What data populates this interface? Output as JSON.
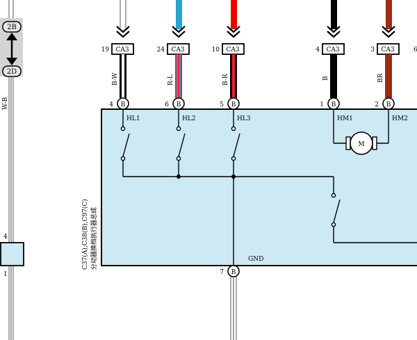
{
  "left_connector": {
    "top_label": "2B",
    "bottom_label": "2D",
    "wire_color_label": "W-B",
    "pin_top": "4",
    "pin_bottom": "1"
  },
  "module": {
    "caption_line1": "C37(A),C38(B),C97(C)",
    "caption_line2": "分动器换档执行器总成",
    "gnd_label": "GND",
    "gnd_pin_number": "7",
    "gnd_pin_letter": "B"
  },
  "inputs": [
    {
      "pin_number": "19",
      "connector": "CA3",
      "wire_label": "B-W",
      "module_pin": "4",
      "pin_letter": "B",
      "node_label": "HL1",
      "wire_color": "#000000",
      "stripe_color": "#ffffff"
    },
    {
      "pin_number": "24",
      "connector": "CA3",
      "wire_label": "R-L",
      "module_pin": "6",
      "pin_letter": "B",
      "node_label": "HL2",
      "wire_color": "#e8202a",
      "stripe_color": "#2f9fd0"
    },
    {
      "pin_number": "10",
      "connector": "CA3",
      "wire_label": "B-R",
      "module_pin": "5",
      "pin_letter": "B",
      "node_label": "HL3",
      "wire_color": "#000000",
      "stripe_color": "#e8202a"
    },
    {
      "pin_number": "4",
      "connector": "CA3",
      "wire_label": "B",
      "module_pin": "1",
      "pin_letter": "B",
      "node_label": "HM1",
      "wire_color": "#000000",
      "stripe_color": "#000000"
    },
    {
      "pin_number": "3",
      "connector": "CA3",
      "wire_label": "BR",
      "module_pin": "2",
      "pin_letter": "B",
      "node_label": "HM2",
      "wire_color": "#8b2a10",
      "stripe_color": "#8b2a10"
    }
  ],
  "edge_pin_fragment": "6",
  "motor_label": "M",
  "colors": {
    "module_fill": "#cde9f3",
    "connector_fill": "#d4d4d4",
    "blue_wire": "#2aa3d0",
    "red_wire": "#f00000",
    "brown_wire": "#9c2d10"
  }
}
